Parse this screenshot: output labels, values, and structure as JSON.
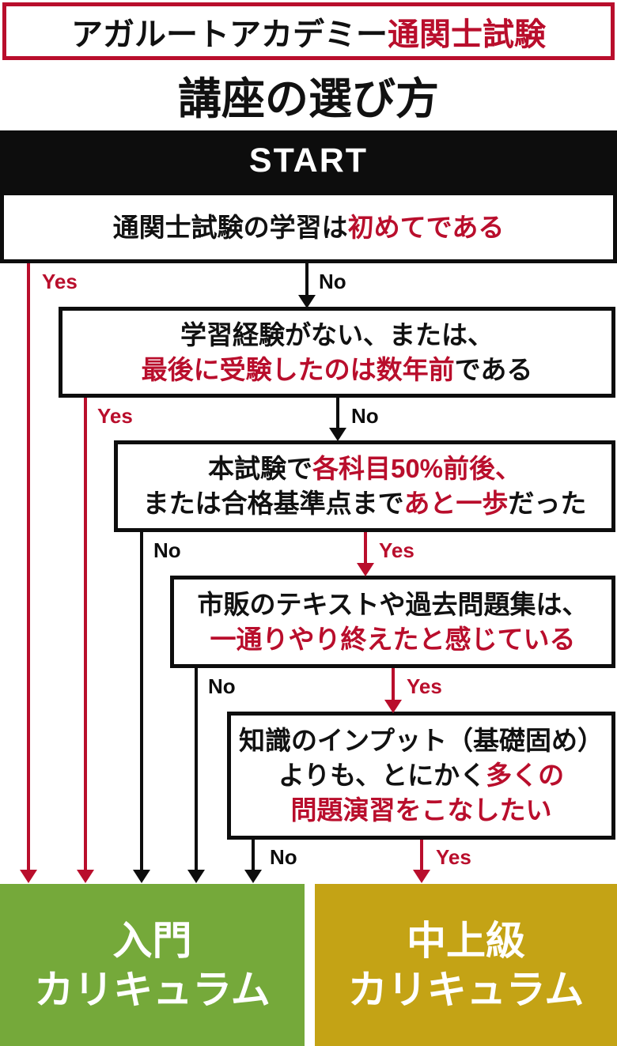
{
  "colors": {
    "accent": "#b90e2c",
    "ink": "#111111",
    "start_bar_bg": "#0d0d0d",
    "beginner_green": "#75a93a",
    "advanced_yellow": "#c4a315"
  },
  "header": {
    "brand": "アガルートアカデミー",
    "exam": "通関士試験"
  },
  "title": "講座の選び方",
  "start_label": "START",
  "labels": {
    "yes": "Yes",
    "no": "No"
  },
  "questions": [
    {
      "lines": [
        [
          {
            "t": "通関士試験の学習は"
          },
          {
            "t": "初めてである",
            "accent": true
          }
        ]
      ]
    },
    {
      "lines": [
        [
          {
            "t": "学習経験がない、または、"
          }
        ],
        [
          {
            "t": "最後に受験したのは数年前",
            "accent": true
          },
          {
            "t": "である"
          }
        ]
      ]
    },
    {
      "lines": [
        [
          {
            "t": "本試験で"
          },
          {
            "t": "各科目50%前後、",
            "accent": true
          }
        ],
        [
          {
            "t": "または合格基準点まで"
          },
          {
            "t": "あと一歩",
            "accent": true
          },
          {
            "t": "だった"
          }
        ]
      ]
    },
    {
      "lines": [
        [
          {
            "t": "市販のテキストや過去問題集は、"
          }
        ],
        [
          {
            "t": "一通りやり終えたと感じている",
            "accent": true
          }
        ]
      ]
    },
    {
      "lines": [
        [
          {
            "t": "知識のインプット（基礎固め）"
          }
        ],
        [
          {
            "t": "よりも、とにかく"
          },
          {
            "t": "多くの",
            "accent": true
          }
        ],
        [
          {
            "t": "問題演習をこなしたい",
            "accent": true
          }
        ]
      ]
    }
  ],
  "results": [
    {
      "lines": [
        "入門",
        "カリキュラム"
      ]
    },
    {
      "lines": [
        "中上級",
        "カリキュラム"
      ]
    }
  ]
}
